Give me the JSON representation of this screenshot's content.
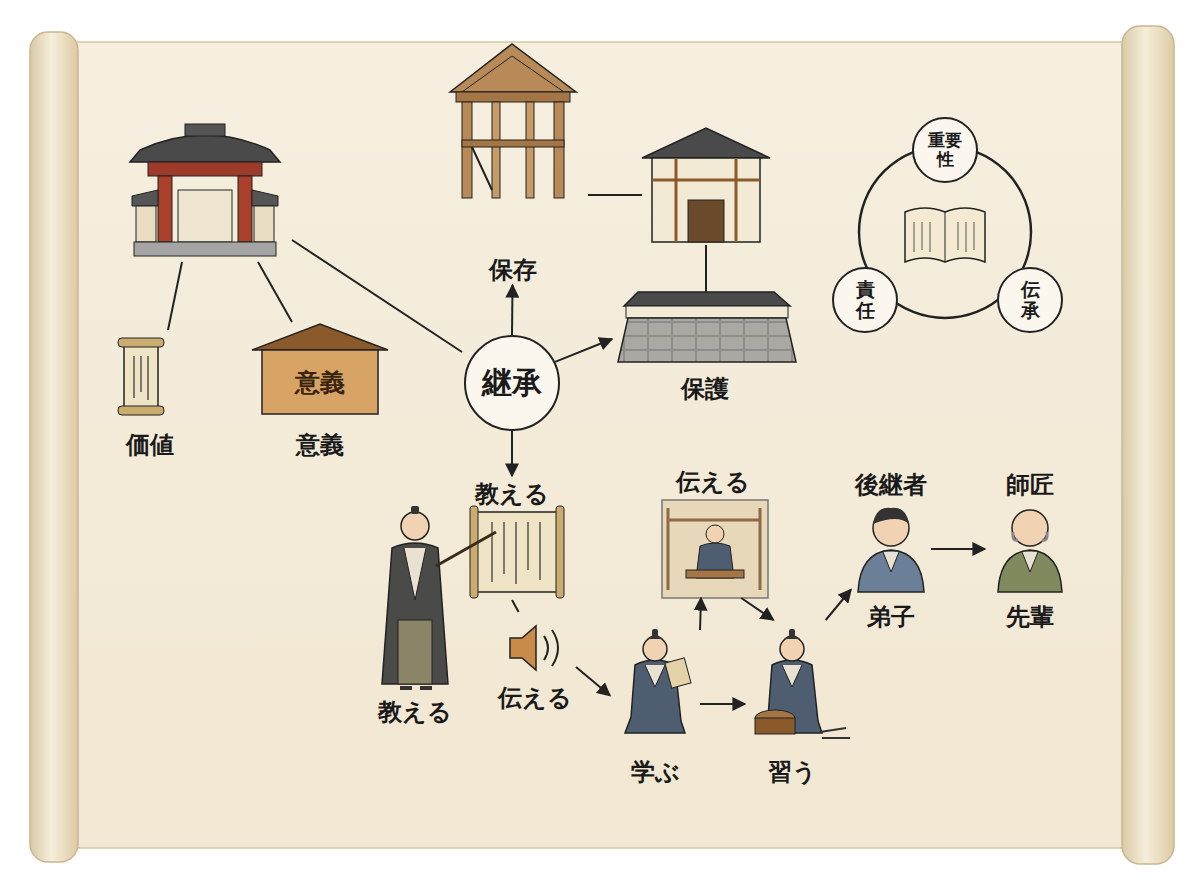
{
  "diagram": {
    "nodes": [
      {
        "text": [
          "継承"
        ]
      },
      {
        "text": [
          "保存"
        ]
      },
      {
        "text": [
          "保護"
        ]
      },
      {
        "text": [
          "価値"
        ]
      },
      {
        "text": [
          "意義",
          "意義"
        ]
      },
      {
        "text": [
          "教える"
        ]
      },
      {
        "text": [
          "教える"
        ]
      },
      {
        "text": [
          "伝える"
        ]
      },
      {
        "text": [
          "学ぶ"
        ]
      },
      {
        "text": [
          "伝える"
        ]
      },
      {
        "text": [
          "習う"
        ]
      },
      {
        "text": [
          "後継者",
          "弟子"
        ]
      },
      {
        "text": [
          "師匠",
          "先輩"
        ]
      },
      {
        "text": [
          "重要性"
        ]
      },
      {
        "text": [
          "責任"
        ]
      },
      {
        "text": [
          "伝承"
        ]
      }
    ],
    "edges": [
      {
        "from": 0,
        "to": 1,
        "arrow": "to"
      },
      {
        "from": 0,
        "to": 2,
        "arrow": "to"
      },
      {
        "from": 0,
        "to": 5,
        "arrow": "to"
      },
      {
        "from": 5,
        "to": 7,
        "arrow": "none"
      },
      {
        "from": 7,
        "to": 8,
        "arrow": "to"
      },
      {
        "from": 8,
        "to": 9,
        "arrow": "to"
      },
      {
        "from": 9,
        "to": 10,
        "arrow": "to"
      },
      {
        "from": 8,
        "to": 10,
        "arrow": "to"
      },
      {
        "from": 10,
        "to": 11,
        "arrow": "to"
      },
      {
        "from": 11,
        "to": 12,
        "arrow": "to"
      }
    ]
  }
}
